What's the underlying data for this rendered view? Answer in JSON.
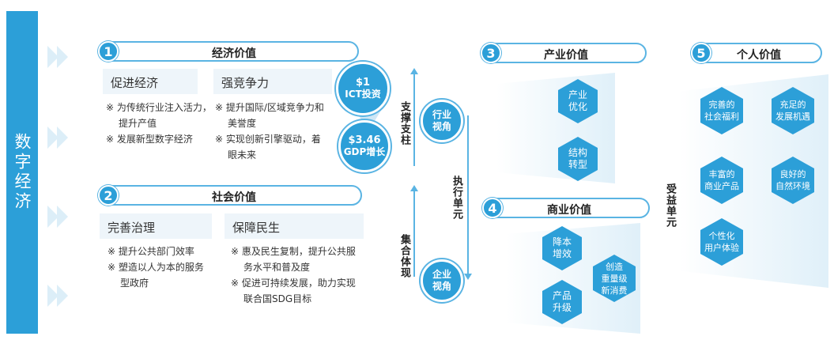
{
  "left_bar": {
    "label": "数字经济"
  },
  "econ": {
    "num": "1",
    "title": "经济价值",
    "cards": [
      {
        "title": "促进经济",
        "bullets": [
          "为传统行业注入活力，",
          "提升产值",
          "发展新型数字经济"
        ]
      },
      {
        "title": "强竞争力",
        "bullets": [
          "提升国际/区域竞争力和",
          "美誉度",
          "实现创新引擎驱动，着",
          "眼未来"
        ]
      }
    ],
    "bullet_mark": "※",
    "ict": {
      "line1": "$1",
      "line2": "ICT投资"
    },
    "gdp": {
      "line1": "$3.46",
      "line2": "GDP增长"
    }
  },
  "social": {
    "num": "2",
    "title": "社会价值",
    "cards": [
      {
        "title": "完善治理",
        "bullets": [
          "提升公共部门效率",
          "塑造以人为本的服务",
          "型政府"
        ]
      },
      {
        "title": "保障民生",
        "bullets": [
          "惠及民生复制，提升公共服",
          "务水平和普及度",
          "促进可持续发展，助力实现",
          "联合国SDG目标"
        ]
      }
    ]
  },
  "flow": {
    "support": "支撑支柱",
    "aggregate": "集合体现",
    "execute": "执行单元",
    "industry_view": {
      "line1": "行业",
      "line2": "视角"
    },
    "enterprise_view": {
      "line1": "企业",
      "line2": "视角"
    },
    "benefit": "受益单元"
  },
  "industry": {
    "num": "3",
    "title": "产业价值",
    "items": [
      {
        "line1": "产业",
        "line2": "优化"
      },
      {
        "line1": "结构",
        "line2": "转型"
      }
    ]
  },
  "business": {
    "num": "4",
    "title": "商业价值",
    "items": [
      {
        "line1": "降本",
        "line2": "增效",
        "line3": ""
      },
      {
        "line1": "创造",
        "line2": "重量级",
        "line3": "新消费"
      },
      {
        "line1": "产品",
        "line2": "升级",
        "line3": ""
      }
    ]
  },
  "personal": {
    "num": "5",
    "title": "个人价值",
    "items": [
      {
        "line1": "完善的",
        "line2": "社会福利"
      },
      {
        "line1": "充足的",
        "line2": "发展机遇"
      },
      {
        "line1": "丰富的",
        "line2": "商业产品"
      },
      {
        "line1": "良好的",
        "line2": "自然环境"
      },
      {
        "line1": "个性化",
        "line2": "用户体验"
      }
    ]
  },
  "colors": {
    "accent": "#2c9fd8",
    "light": "#eef5fa",
    "border": "#5ab4e3"
  }
}
